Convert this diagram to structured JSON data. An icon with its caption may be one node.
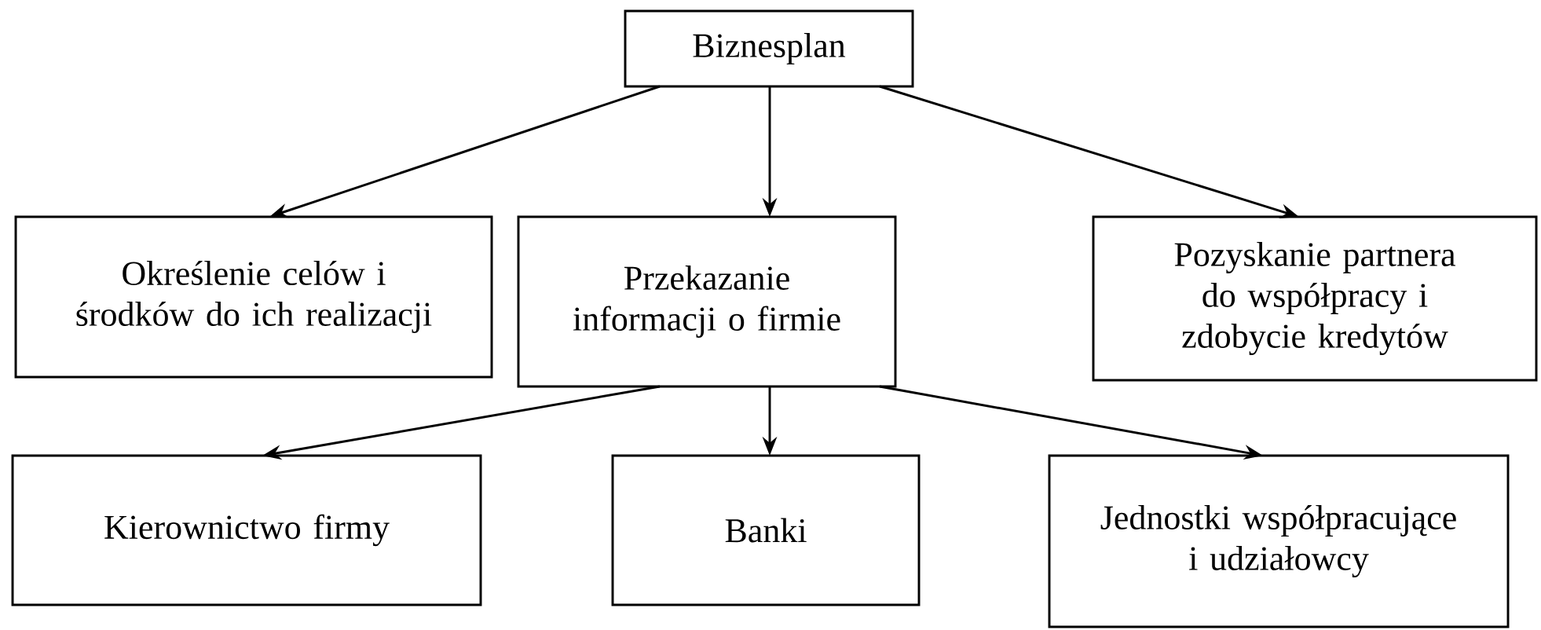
{
  "diagram": {
    "nodes": [
      {
        "text": [
          "Biznesplan"
        ]
      },
      {
        "text": [
          "Określenie celów i środków do ich realizacji"
        ]
      },
      {
        "text": [
          "Przekazanie informacji o firmie"
        ]
      },
      {
        "text": [
          "Pozyskanie partnera do współpracy i zdobycie kredytów"
        ]
      },
      {
        "text": [
          "Kierownictwo firmy"
        ]
      },
      {
        "text": [
          "Banki"
        ]
      },
      {
        "text": [
          "Jednostki współpracujące i udziałowcy"
        ]
      }
    ],
    "edges": [
      {
        "from": 0,
        "to": 1,
        "arrow": "to"
      },
      {
        "from": 0,
        "to": 2,
        "arrow": "to"
      },
      {
        "from": 0,
        "to": 3,
        "arrow": "to"
      },
      {
        "from": 2,
        "to": 4,
        "arrow": "to"
      },
      {
        "from": 2,
        "to": 5,
        "arrow": "to"
      },
      {
        "from": 2,
        "to": 6,
        "arrow": "to"
      }
    ]
  }
}
